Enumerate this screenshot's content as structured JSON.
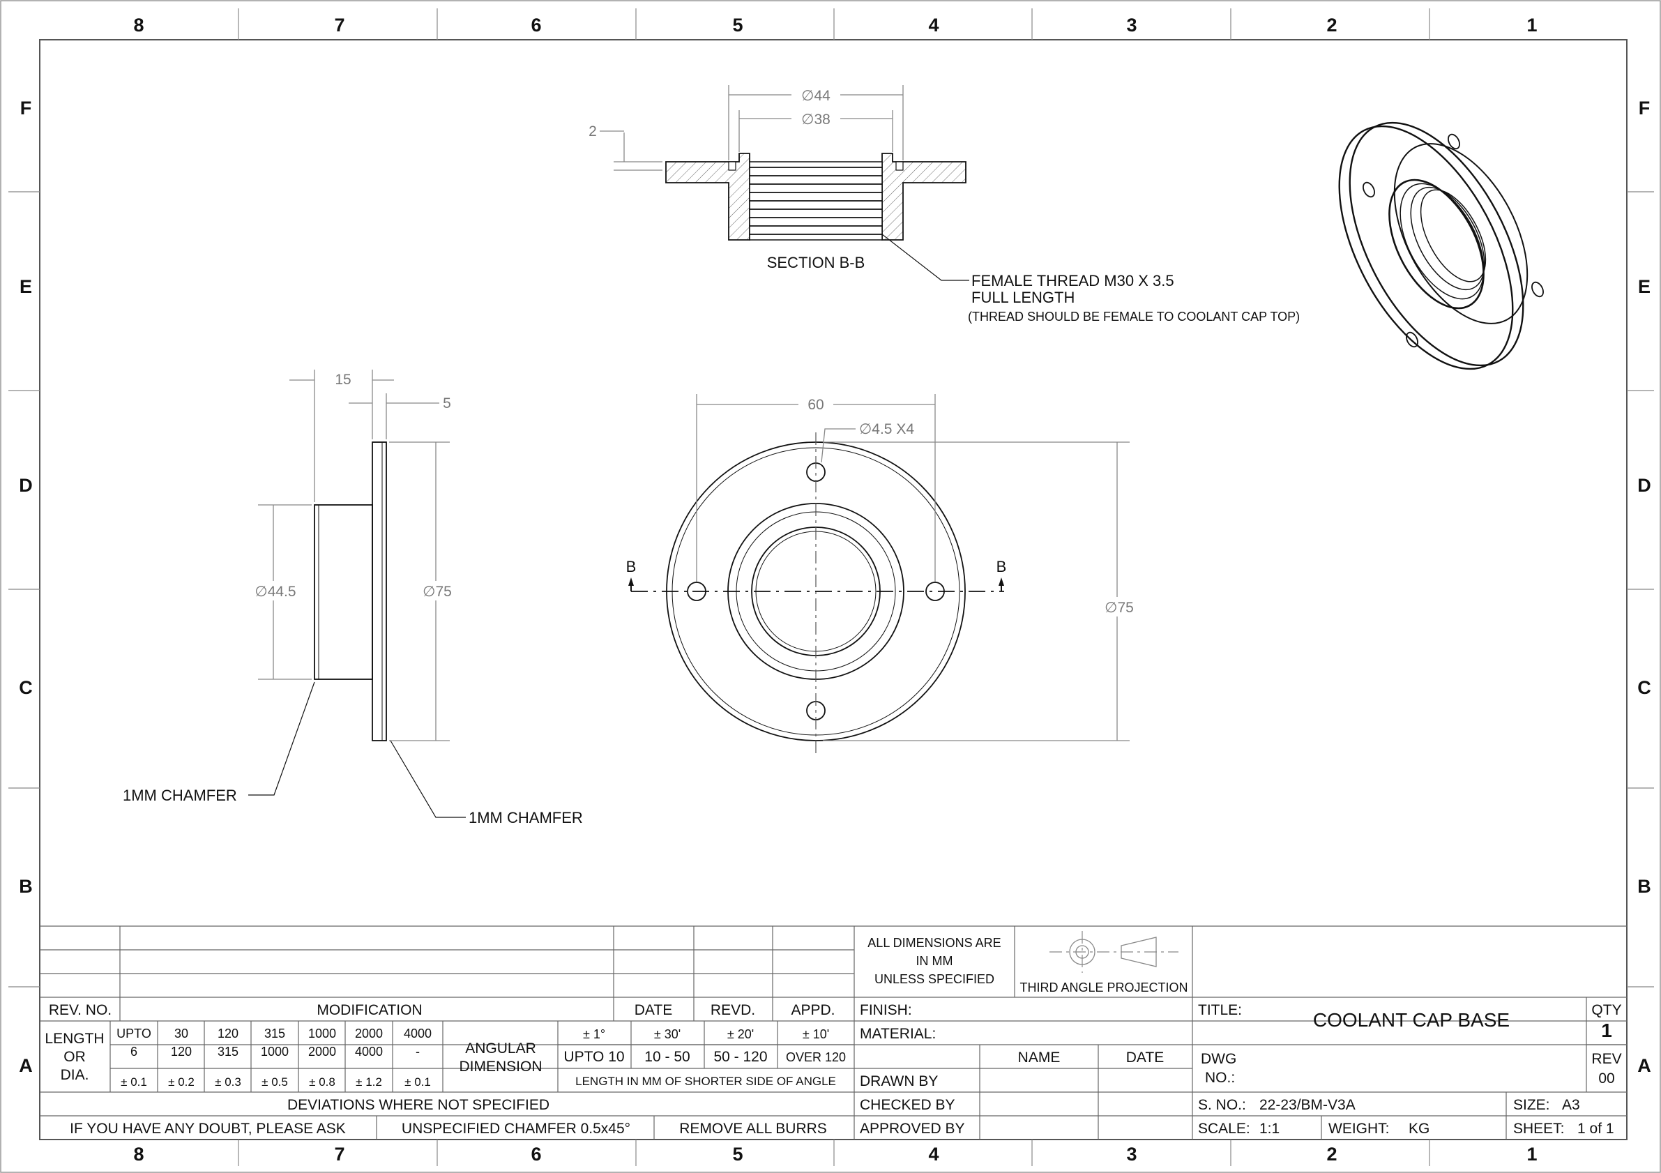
{
  "zones": {
    "columns": [
      "8",
      "7",
      "6",
      "5",
      "4",
      "3",
      "2",
      "1"
    ],
    "rows": [
      "F",
      "E",
      "D",
      "C",
      "B",
      "A"
    ]
  },
  "section_view": {
    "title": "SECTION B-B",
    "dim_outer": "∅44",
    "dim_inner": "∅38",
    "dim_depth": "2",
    "thread_note_line1": "FEMALE THREAD M30 X 3.5",
    "thread_note_line2": "FULL LENGTH",
    "thread_note_line3": "(THREAD SHOULD BE FEMALE TO COOLANT CAP TOP)"
  },
  "side_view": {
    "dim_length": "15",
    "dim_flange": "5",
    "dim_boss": "∅44.5",
    "dim_flange_dia": "∅75",
    "chamfer_left": "1MM CHAMFER",
    "chamfer_right": "1MM CHAMFER"
  },
  "front_view": {
    "dim_pcd": "60",
    "dim_holes": "∅4.5 X4",
    "dim_outer": "∅75",
    "section_mark_left": "B",
    "section_mark_right": "B"
  },
  "title_block": {
    "rev_no": "REV. NO.",
    "modification": "MODIFICATION",
    "date": "DATE",
    "revd": "REVD.",
    "appd": "APPD.",
    "length_label": [
      "LENGTH",
      "OR",
      "DIA."
    ],
    "ranges": [
      {
        "top": "UPTO",
        "bottom": "6",
        "tol": "± 0.1"
      },
      {
        "top": "30",
        "bottom": "120",
        "tol": "± 0.2"
      },
      {
        "top": "120",
        "bottom": "315",
        "tol": "± 0.3"
      },
      {
        "top": "315",
        "bottom": "1000",
        "tol": "± 0.5"
      },
      {
        "top": "1000",
        "bottom": "2000",
        "tol": "± 0.8"
      },
      {
        "top": "2000",
        "bottom": "4000",
        "tol": "± 1.2"
      },
      {
        "top": "4000",
        "bottom": "-",
        "tol": "± 0.1"
      }
    ],
    "angular_label": [
      "ANGULAR",
      "DIMENSION"
    ],
    "angular_tols": [
      "± 1°",
      "± 30'",
      "± 20'",
      "± 10'"
    ],
    "angular_ranges": [
      "UPTO 10",
      "10 - 50",
      "50 - 120",
      "OVER 120"
    ],
    "angular_note": "LENGTH IN MM OF SHORTER SIDE OF ANGLE",
    "deviations": "DEVIATIONS WHERE NOT SPECIFIED",
    "doubt": "IF YOU HAVE ANY DOUBT, PLEASE ASK",
    "chamfer": "UNSPECIFIED CHAMFER 0.5x45°",
    "burrs": "REMOVE ALL BURRS",
    "units": [
      "ALL DIMENSIONS ARE",
      "IN MM",
      "UNLESS SPECIFIED"
    ],
    "projection": "THIRD ANGLE PROJECTION",
    "finish": "FINISH:",
    "material": "MATERIAL:",
    "name": "NAME",
    "date2": "DATE",
    "drawn_by": "DRAWN BY",
    "checked_by": "CHECKED BY",
    "approved_by": "APPROVED BY",
    "title_label": "TITLE:",
    "title": "COOLANT CAP BASE",
    "qty_label": "QTY",
    "qty": "1",
    "dwg_label": [
      "DWG",
      "NO.:"
    ],
    "rev_label": "REV",
    "rev": "00",
    "s_no_label": "S. NO.:",
    "s_no": "22-23/BM-V3A",
    "size_label": "SIZE:",
    "size": "A3",
    "scale_label": "SCALE:",
    "scale": "1:1",
    "weight_label": "WEIGHT:",
    "weight": "KG",
    "sheet_label": "SHEET:",
    "sheet": "1 of 1"
  }
}
